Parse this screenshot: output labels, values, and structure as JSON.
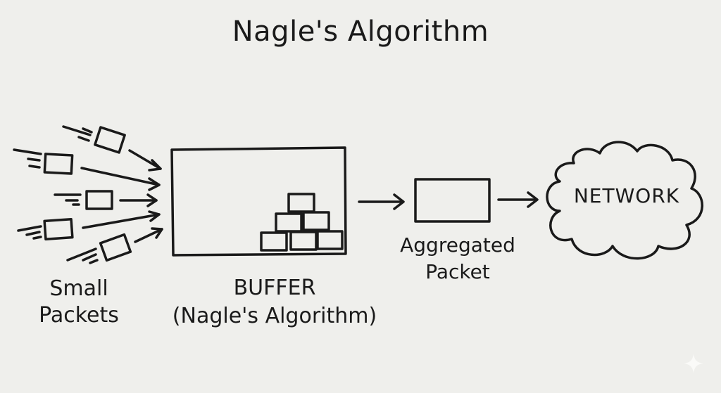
{
  "title": "Nagle's Algorithm",
  "labels": {
    "small_packets": [
      "Small",
      "Packets"
    ],
    "buffer": [
      "BUFFER",
      "(Nagle's Algorithm)"
    ],
    "aggregated_packet": [
      "Aggregated",
      "Packet"
    ],
    "network": "NETWORK"
  },
  "diagram": {
    "incoming_small_packets": 5,
    "buffered_packets_rows": [
      3,
      2,
      1
    ],
    "flow": [
      "Small Packets",
      "BUFFER (Nagle's Algorithm)",
      "Aggregated Packet",
      "NETWORK"
    ]
  },
  "colors": {
    "background": "#efefec",
    "ink": "#1a1a1a"
  },
  "watermark_icon": "sparkle-icon"
}
